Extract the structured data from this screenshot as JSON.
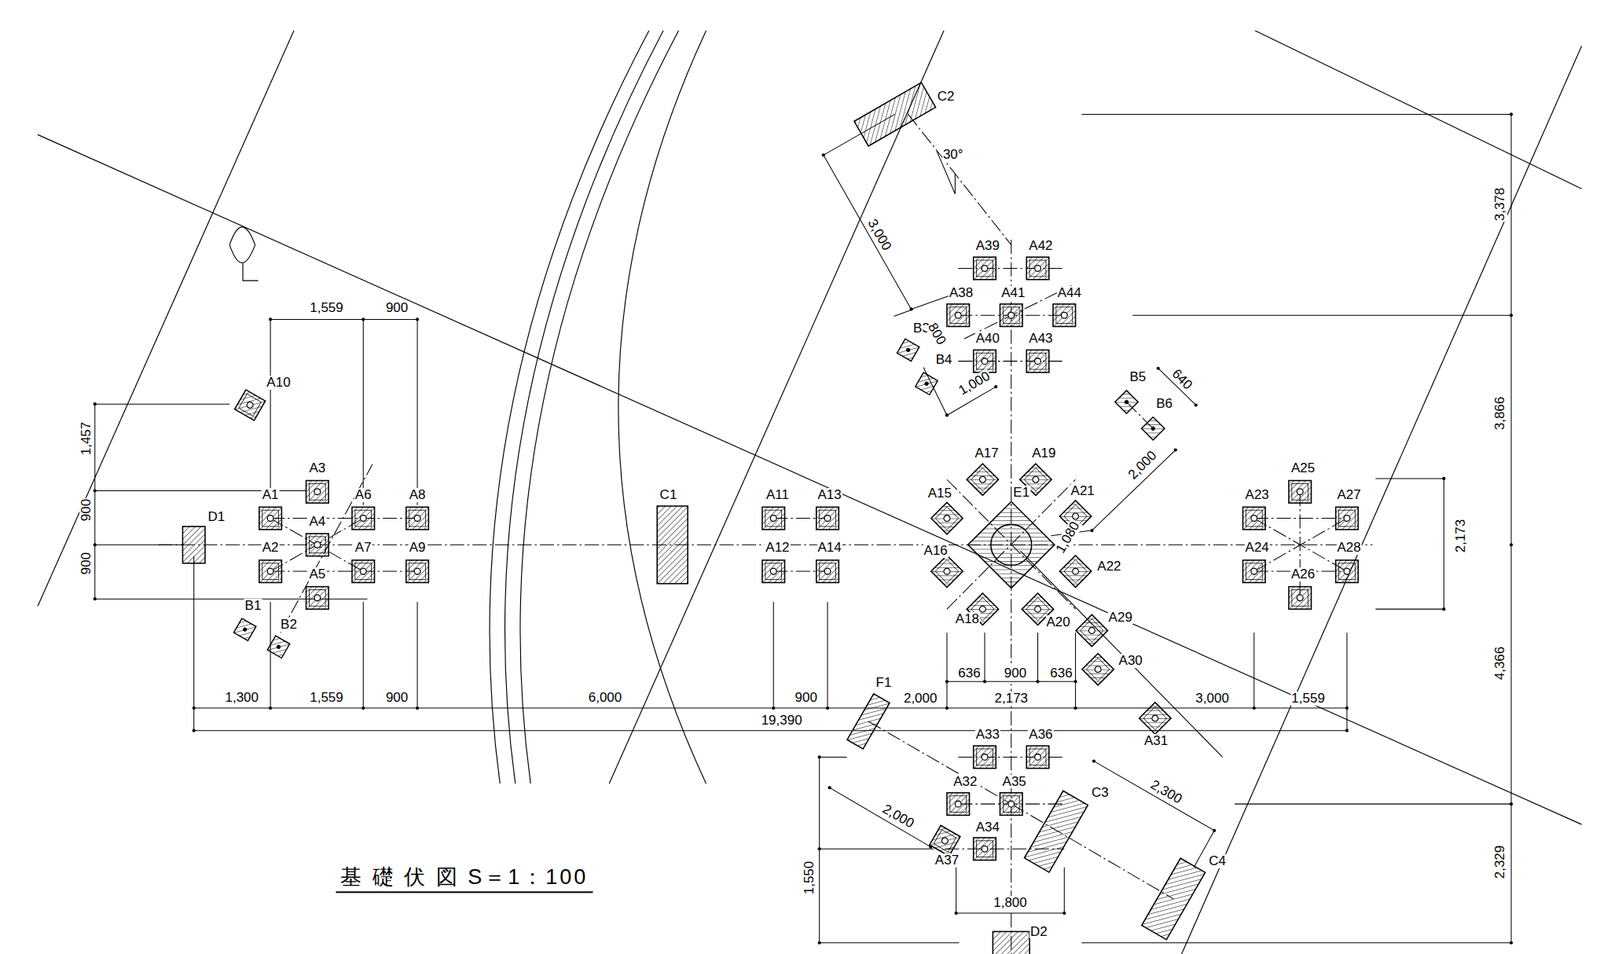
{
  "diagram": {
    "title": "基 礎 伏 図 S＝1：100",
    "labels": [
      "C2",
      "30°",
      "3,378",
      "3,000",
      "A39",
      "A42",
      "1,559",
      "900",
      "A38",
      "A41",
      "A44",
      "B3",
      "800",
      "A40",
      "A43",
      "B4",
      "B5",
      "640",
      "A10",
      "1,000",
      "B6",
      "3,866",
      "1,457",
      "A17",
      "A19",
      "2,000",
      "A3",
      "A25",
      "A1",
      "A6",
      "A8",
      "C1",
      "A11",
      "A13",
      "A15",
      "E1",
      "A21",
      "A23",
      "A27",
      "900",
      "D1",
      "A4",
      "2,173",
      "1,080",
      "A2",
      "A7",
      "A9",
      "A12",
      "A14",
      "A16",
      "A24",
      "A28",
      "900",
      "A22",
      "A5",
      "A26",
      "B1",
      "A29",
      "A18",
      "A20",
      "B2",
      "A30",
      "4,366",
      "636",
      "900",
      "636",
      "F1",
      "1,300",
      "1,559",
      "900",
      "6,000",
      "900",
      "2,000",
      "2,173",
      "3,000",
      "1,559",
      "19,390",
      "A31",
      "A33",
      "A36",
      "A32",
      "A35",
      "C3",
      "2,300",
      "2,000",
      "A34",
      "A37",
      "C4",
      "2,329",
      "1,550",
      "1,800",
      "D2"
    ]
  }
}
